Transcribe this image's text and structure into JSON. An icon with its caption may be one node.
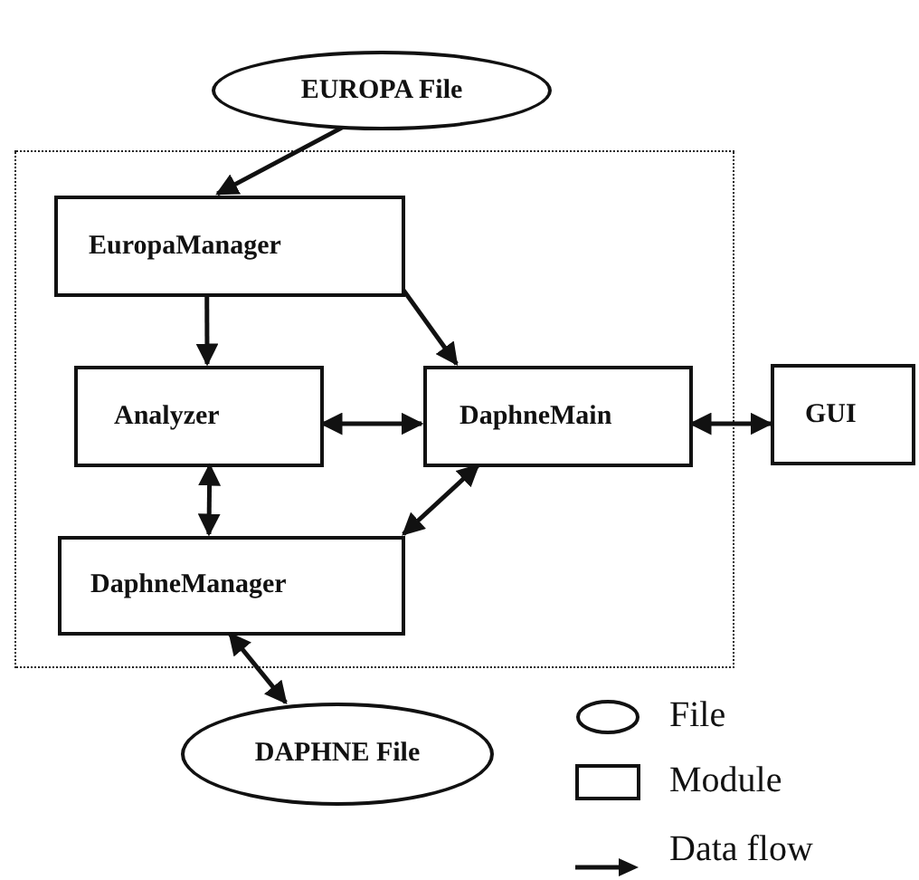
{
  "diagram": {
    "nodes": [
      {
        "text": [
          "EUROPA File"
        ]
      },
      {
        "text": [],
        "shape": "box"
      },
      {
        "text": [
          "EuropaManager"
        ],
        "in": 1
      },
      {
        "text": [
          "Analyzer"
        ],
        "in": 1
      },
      {
        "text": [
          "DaphneMain"
        ],
        "in": 1
      },
      {
        "text": [
          "GUI"
        ]
      },
      {
        "text": [
          "DaphneManager"
        ],
        "in": 1
      },
      {
        "text": [
          "DAPHNE File"
        ]
      }
    ],
    "edges": [
      {
        "from": 0,
        "to": 2,
        "arrow": "to"
      },
      {
        "from": 2,
        "to": 3,
        "arrow": "to"
      },
      {
        "from": 2,
        "to": 4,
        "arrow": "to"
      },
      {
        "from": 3,
        "to": 4,
        "arrow": "both"
      },
      {
        "from": 4,
        "to": 5,
        "arrow": "both"
      },
      {
        "from": 3,
        "to": 6,
        "arrow": "both"
      },
      {
        "from": 4,
        "to": 6,
        "arrow": "both"
      },
      {
        "from": 6,
        "to": 7,
        "arrow": "both"
      }
    ],
    "legend": [
      {
        "text": "File"
      },
      {
        "text": "Module"
      },
      {
        "text": "Data flow"
      }
    ]
  }
}
